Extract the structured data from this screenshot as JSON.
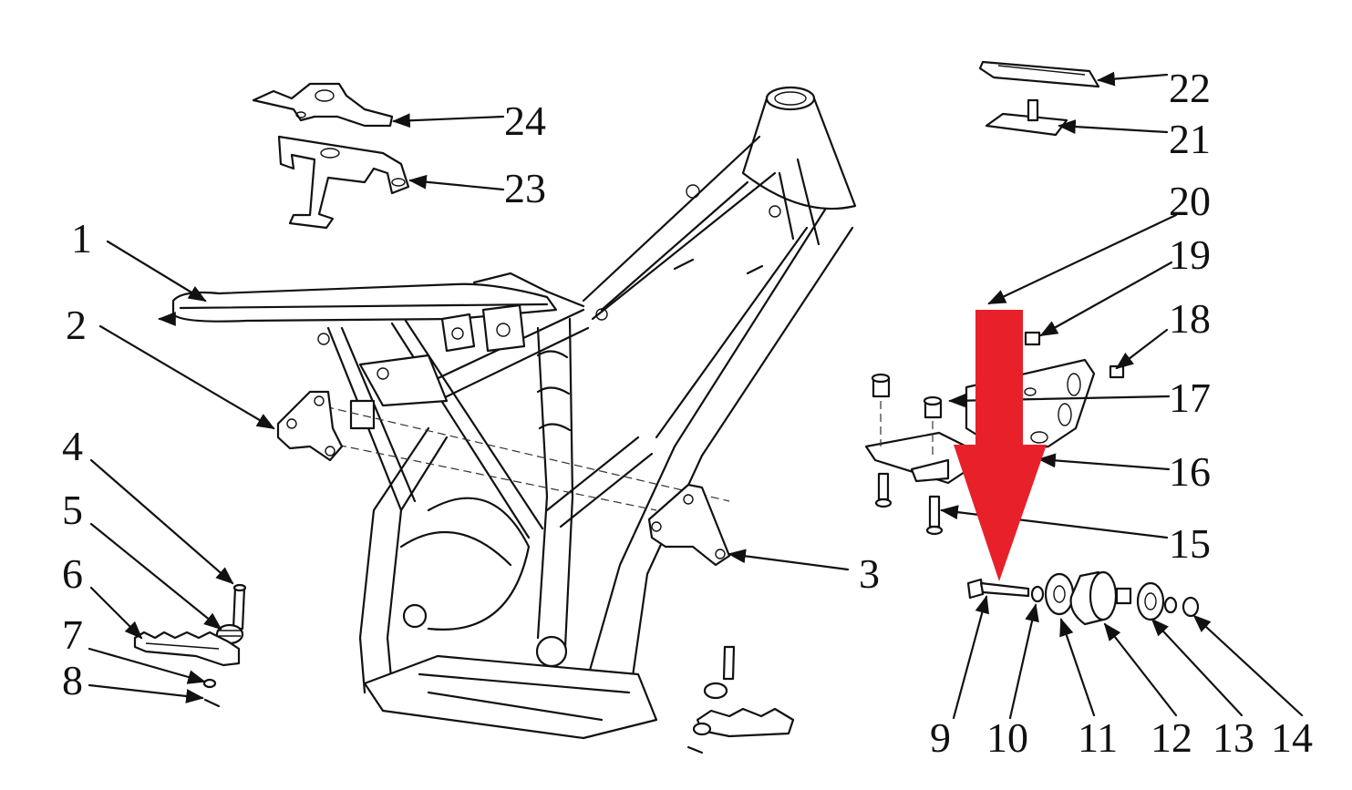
{
  "diagram": {
    "callouts": [
      {
        "id": "c1",
        "label": "1"
      },
      {
        "id": "c2",
        "label": "2"
      },
      {
        "id": "c3",
        "label": "3"
      },
      {
        "id": "c4",
        "label": "4"
      },
      {
        "id": "c5",
        "label": "5"
      },
      {
        "id": "c6",
        "label": "6"
      },
      {
        "id": "c7",
        "label": "7"
      },
      {
        "id": "c8",
        "label": "8"
      },
      {
        "id": "c9",
        "label": "9"
      },
      {
        "id": "c10",
        "label": "10"
      },
      {
        "id": "c11",
        "label": "11"
      },
      {
        "id": "c12",
        "label": "12"
      },
      {
        "id": "c13",
        "label": "13"
      },
      {
        "id": "c14",
        "label": "14"
      },
      {
        "id": "c15",
        "label": "15"
      },
      {
        "id": "c16",
        "label": "16"
      },
      {
        "id": "c17",
        "label": "17"
      },
      {
        "id": "c18",
        "label": "18"
      },
      {
        "id": "c19",
        "label": "19"
      },
      {
        "id": "c20",
        "label": "20"
      },
      {
        "id": "c21",
        "label": "21"
      },
      {
        "id": "c22",
        "label": "22"
      },
      {
        "id": "c23",
        "label": "23"
      },
      {
        "id": "c24",
        "label": "24"
      }
    ],
    "colors": {
      "line": "#111111",
      "background": "#ffffff",
      "highlight_arrow": "#e8202a"
    },
    "highlight": {
      "icon": "red-down-arrow-icon",
      "points_to": "9"
    }
  }
}
